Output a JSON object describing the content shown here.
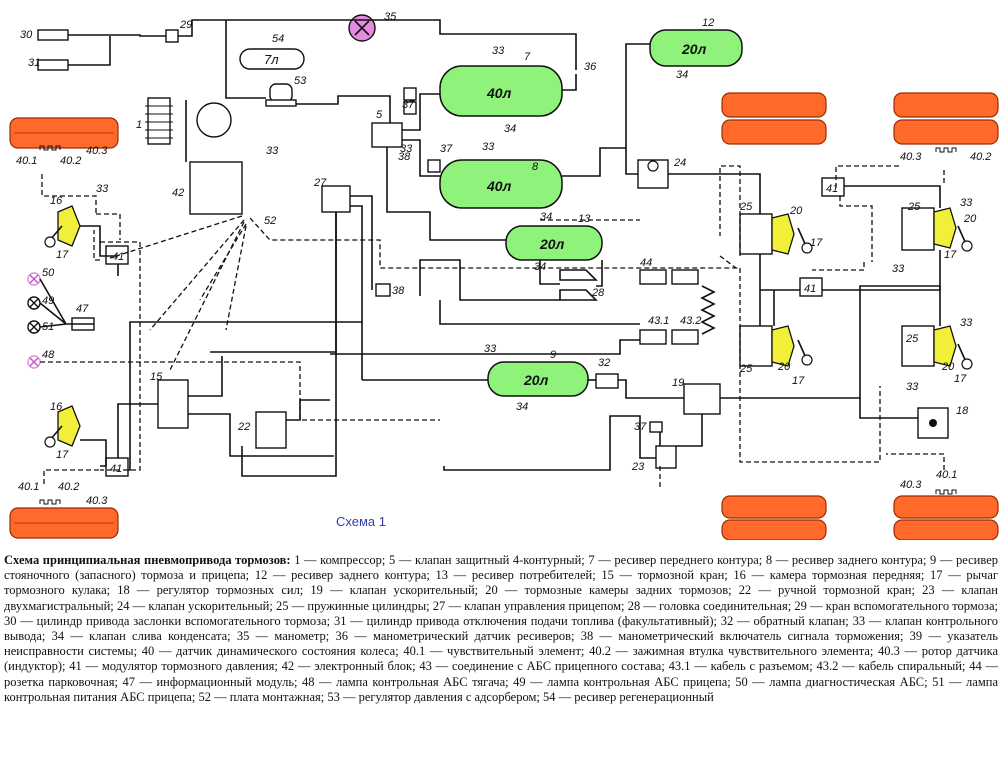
{
  "scheme_title": "Схема 1",
  "tanks": {
    "t7": "40л",
    "t8": "40л",
    "t12": "20л",
    "t13": "20л",
    "t9": "20л",
    "t54": "7л"
  },
  "labels": {
    "n1": "1",
    "n5": "5",
    "n7": "7",
    "n8": "8",
    "n9": "9",
    "n12": "12",
    "n13": "13",
    "n15": "15",
    "n16a": "16",
    "n16b": "16",
    "n17a": "17",
    "n17b": "17",
    "n17c": "17",
    "n17d": "17",
    "n17e": "17",
    "n17f": "17",
    "n18": "18",
    "n19": "19",
    "n20a": "20",
    "n20b": "20",
    "n20c": "20",
    "n20d": "20",
    "n22": "22",
    "n23": "23",
    "n24": "24",
    "n25a": "25",
    "n25b": "25",
    "n25c": "25",
    "n25d": "25",
    "n27": "27",
    "n28": "28",
    "n29": "29",
    "n30": "30",
    "n31": "31",
    "n32": "32",
    "n33a": "33",
    "n33b": "33",
    "n33c": "33",
    "n33d": "33",
    "n33e": "33",
    "n33f": "33",
    "n33g": "33",
    "n33h": "33",
    "n33i": "33",
    "n33j": "33",
    "n34a": "34",
    "n34b": "34",
    "n34c": "34",
    "n34d": "34",
    "n34e": "34",
    "n35": "35",
    "n36": "36",
    "n37a": "37",
    "n37b": "37",
    "n37c": "37",
    "n38a": "38",
    "n38b": "38",
    "n40_1a": "40.1",
    "n40_2a": "40.2",
    "n40_3a": "40.3",
    "n40_1b": "40.1",
    "n40_2b": "40.2",
    "n40_3b": "40.3",
    "n40_3c": "40.3",
    "n40_2c": "40.2",
    "n40_3d": "40.3",
    "n40_1d": "40.1",
    "n41a": "41",
    "n41b": "41",
    "n41c": "41",
    "n41d": "41",
    "n42": "42",
    "n43_1": "43.1",
    "n43_2": "43.2",
    "n44": "44",
    "n47": "47",
    "n48": "48",
    "n49": "49",
    "n50": "50",
    "n51": "51",
    "n52": "52",
    "n53": "53",
    "n54": "54"
  },
  "caption": {
    "heading": "Схема принципиальная пневмопривода тормозов:",
    "body": " 1 — компрессор; 5 — клапан защитный 4-контурный; 7 — ресивер переднего контура; 8 — ресивер заднего контура; 9 — ресивер стояночного (запасного) тормоза и прицепа; 12 — ресивер заднего контура; 13 — ресивер потребителей; 15 — тормозной кран; 16 — камера тормозная передняя; 17 — рычаг тормозного кулака; 18 — регулятор тормозных сил; 19 — клапан ускорительный; 20 — тормозные камеры задних тормозов; 22 — ручной тормозной кран; 23 — клапан двухмагистральный; 24 — клапан ускорительный; 25 — пружинные цилиндры; 27 — клапан управления прицепом; 28 — головка соединительная; 29 — кран вспомогательного тормоза; 30 — цилиндр привода заслонки вспомогательного тормоза; 31 — цилиндр привода отключения подачи топлива (факультативный); 32 — обратный клапан; 33 — клапан контрольного вывода; 34 — клапан слива конденсата; 35 — манометр; 36 — манометрический датчик ресиверов; 38 — манометрический включатель сигнала торможения; 39 — указатель неисправности системы; 40 — датчик динамического состояния колеса; 40.1 — чувствительный элемент; 40.2 — зажимная втулка чувствительного элемента; 40.3 — ротор датчика (индуктор); 41 — модулятор тормозного давления; 42 — электронный блок; 43 — соединение с АБС прицепного состава; 43.1 — кабель с разъемом; 43.2 — кабель спиральный; 44 — розетка парковочная; 47 — информационный модуль; 48 — лампа контрольная АБС тягача; 49 — лампа контрольная АБС прицепа; 50 — лампа диагностическая АБС; 51 — лампа контрольная питания АБС прицепа; 52 — плата монтажная; 53 — регулятор давления с адсорбером; 54 — ресивер регенерационный"
  },
  "colors": {
    "tank": "#8ff27a",
    "tire": "#ff6a2a",
    "chamber": "#f2ef3a",
    "lamp": "#e58ae0",
    "title": "#2f3fa8"
  }
}
